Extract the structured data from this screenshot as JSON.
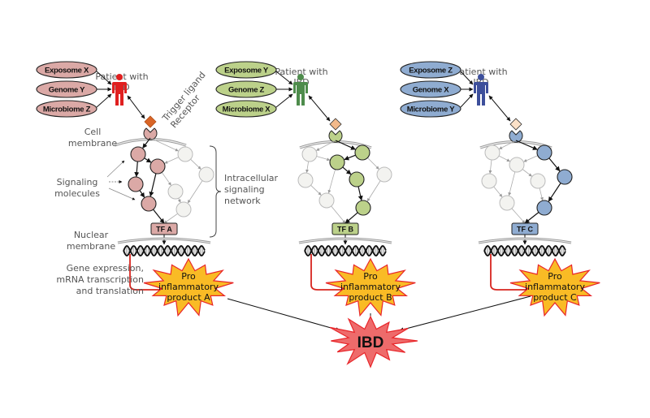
{
  "colors": {
    "panel_a": {
      "fill": "#dba9a6",
      "person": "#e02020",
      "ligand": "#d96527"
    },
    "panel_b": {
      "fill": "#bcd18a",
      "person": "#4e8c4c",
      "ligand": "#f2b98a"
    },
    "panel_c": {
      "fill": "#8facd1",
      "person": "#3d4f9b",
      "ligand": "#fbe1c8"
    },
    "inactive_node": "#f3f3f0",
    "star_fill": "#f9bb25",
    "star_stroke": "#e8262a",
    "ibd_fill": "#ee6b6b",
    "red_arrow": "#d7251f"
  },
  "labels": {
    "trigger_ligand": "Trigger ligand",
    "receptor": "Receptor",
    "cell_membrane_1": "Cell",
    "cell_membrane_2": "membrane",
    "signaling_1": "Signaling",
    "signaling_2": "molecules",
    "intracellular_1": "Intracellular",
    "intracellular_2": "signaling",
    "intracellular_3": "network",
    "nuclear_1": "Nuclear",
    "nuclear_2": "membrane",
    "gene_1": "Gene expression,",
    "gene_2": "mRNA transcription",
    "gene_3": "and translation",
    "outcome": "IBD"
  },
  "panels": [
    {
      "id": "a",
      "patient_1": "Patient with",
      "patient_2": "IBD",
      "factors": [
        "Exposome X",
        "Genome Y",
        "Microbiome Z"
      ],
      "tf": "TF A",
      "product_1": "Pro",
      "product_2": "inflammatory",
      "product_3": "product A"
    },
    {
      "id": "b",
      "patient_1": "Patient with",
      "patient_2": "IBD",
      "factors": [
        "Exposome Y",
        "Genome Z",
        "Microbiome X"
      ],
      "tf": "TF B",
      "product_1": "Pro",
      "product_2": "inflammatory",
      "product_3": "product B"
    },
    {
      "id": "c",
      "patient_1": "Patient with",
      "patient_2": "IBD",
      "factors": [
        "Exposome Z",
        "Genome X",
        "Microbiome Y"
      ],
      "tf": "TF C",
      "product_1": "Pro",
      "product_2": "inflammatory",
      "product_3": "product C"
    }
  ]
}
